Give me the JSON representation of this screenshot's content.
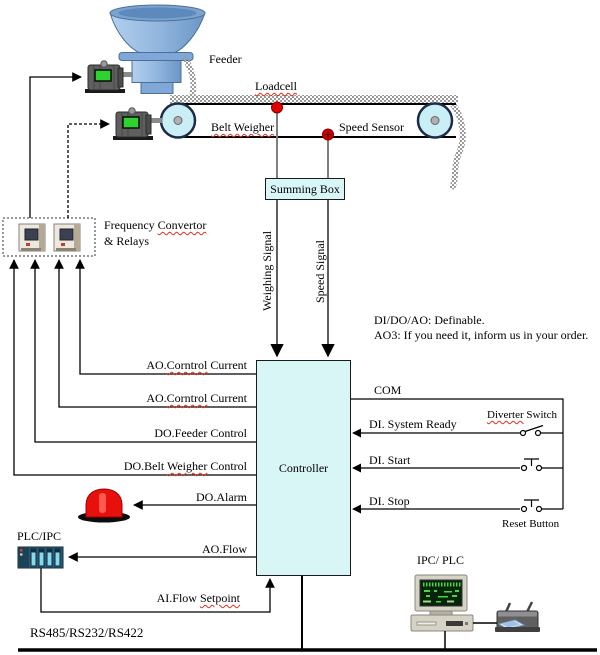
{
  "labels": {
    "feeder": "Feeder",
    "loadcell": "Loadcell",
    "belt_weigher": "Belt Weigher",
    "speed_sensor": "Speed Sensor",
    "summing_box": "Summing Box",
    "frequency_line1_pre": "Frequency ",
    "frequency_line1_sq": "Convertor",
    "frequency_line2": "& Relays",
    "weighing_signal": "Weighing Signal",
    "speed_signal": "Speed Signal",
    "note1": "DI/DO/AO: Definable.",
    "note2": "AO3: If you need it, inform us in your order.",
    "ao_current_pre": "AO.",
    "ao_current_sq": "Corntrol",
    "ao_current_post": " Current",
    "do_feeder": "DO.Feeder Control",
    "do_bw_pre": "DO.Belt ",
    "do_bw_sq": "Weigher",
    "do_bw_post": " Control",
    "do_alarm": "DO.Alarm",
    "ao_flow": "AO.Flow",
    "ai_flow_pre": "AI.Flow ",
    "ai_flow_sq": "Setpoint",
    "controller": "Controller",
    "com": "COM",
    "di_system_ready": "DI. System Ready",
    "diverter_sq": "Diverter",
    "diverter_post": " Switch",
    "di_start": "DI. Start",
    "di_stop": "DI. Stop",
    "reset_button": "Reset Button",
    "plc_ipc": "PLC/IPC",
    "ipc_plc": "IPC/ PLC",
    "rs_bus": "RS485/RS232/RS422"
  },
  "colors": {
    "controller_fill": "#d9f6f7",
    "summing_box_fill": "#d9f6f7",
    "pulley_fill": "#c9eef6",
    "hopper_blue": "#9cc0e4",
    "alarm_red": "#e8100c",
    "sensor_red": "#e00000",
    "squiggle_red": "#e03020",
    "motor_display_green": "#2fd32f",
    "plc_slat_blue": "#86d8ea",
    "material_gray": "#9a9a9a"
  },
  "icons": [
    "hopper-icon",
    "feeder-motor-icon",
    "belt-motor-icon",
    "left-pulley-icon",
    "right-pulley-icon",
    "loadcell-dot-icon",
    "speed-sensor-dot-icon",
    "frequency-convertor-icon",
    "alarm-lamp-icon",
    "plc-device-icon",
    "computer-icon",
    "printer-icon",
    "diverter-switch-symbol",
    "start-button-symbol",
    "stop-button-symbol"
  ]
}
